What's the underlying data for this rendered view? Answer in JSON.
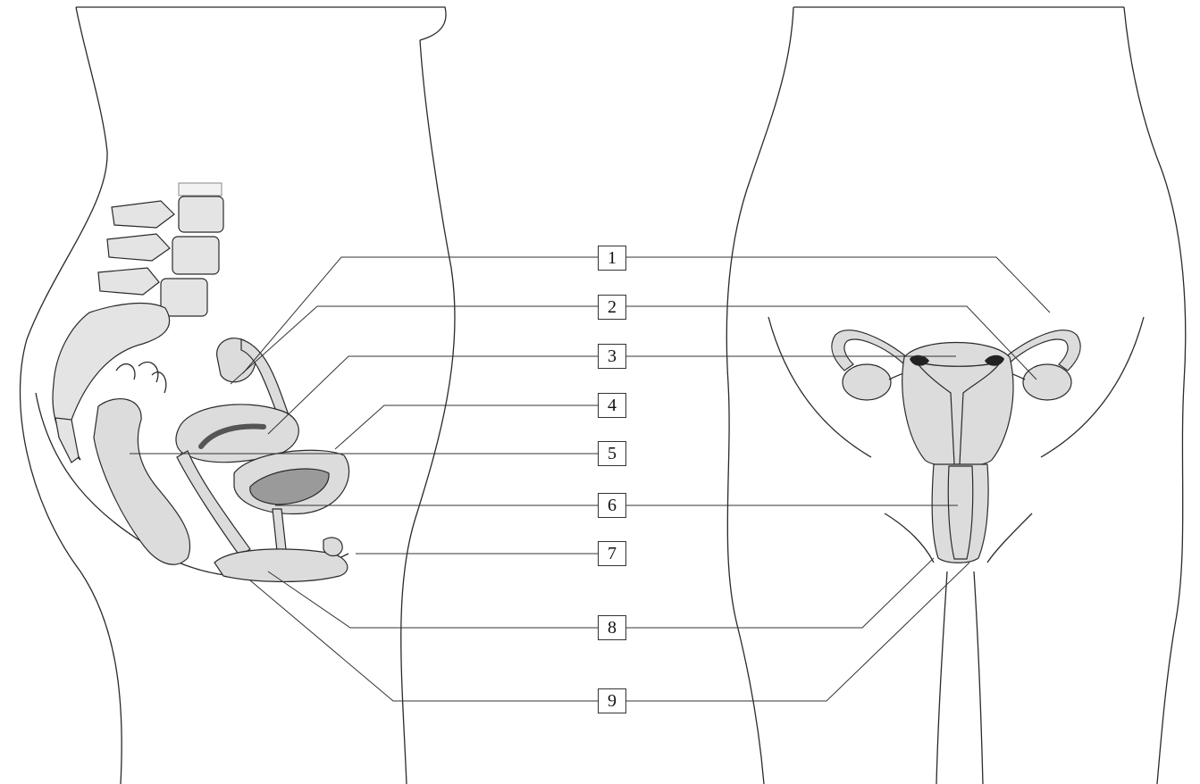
{
  "labels": [
    {
      "number": "1"
    },
    {
      "number": "2"
    },
    {
      "number": "3"
    },
    {
      "number": "4"
    },
    {
      "number": "5"
    },
    {
      "number": "6"
    },
    {
      "number": "7"
    },
    {
      "number": "8"
    },
    {
      "number": "9"
    }
  ],
  "colors": {
    "line": "#2a2a2a",
    "organ_fill": "#dcdcdc",
    "organ_dark": "#9a9a9a",
    "background": "#ffffff"
  }
}
